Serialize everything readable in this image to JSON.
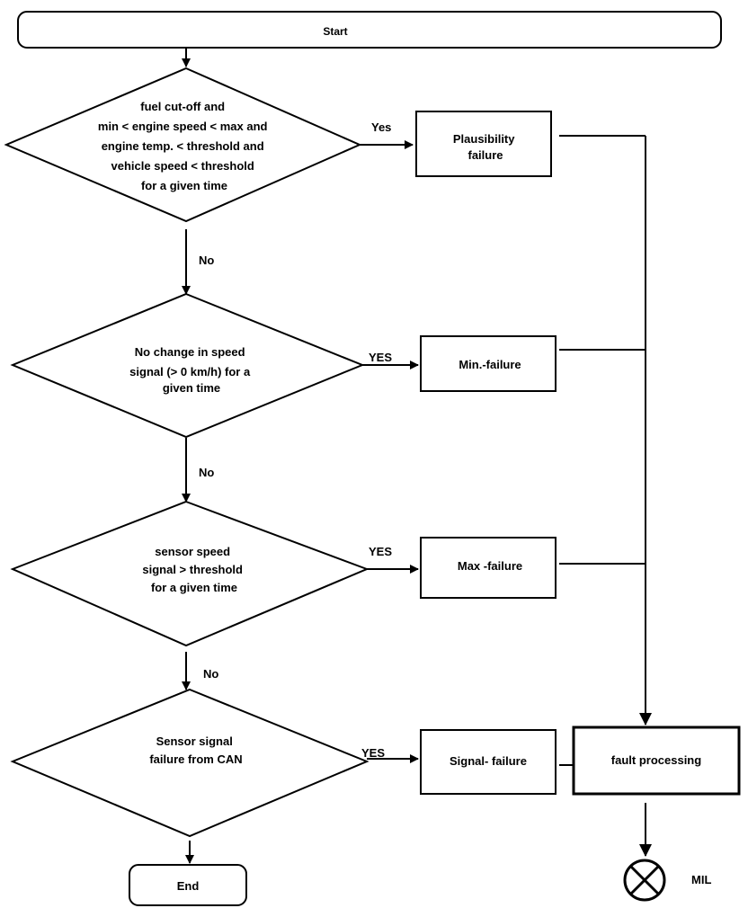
{
  "start": {
    "label": "Start"
  },
  "end": {
    "label": "End"
  },
  "decisions": [
    {
      "lines": [
        "fuel cut-off and",
        "min < engine speed < max and",
        "engine temp. < threshold and",
        "vehicle speed < threshold",
        "for a given time"
      ],
      "yes_label": "Yes",
      "no_label": "No"
    },
    {
      "lines": [
        "No change in speed",
        "signal (> 0 km/h) for a",
        "given time"
      ],
      "yes_label": "YES",
      "no_label": "No"
    },
    {
      "lines": [
        "sensor speed",
        "signal  > threshold",
        "for a given time"
      ],
      "yes_label": "YES",
      "no_label": "No"
    },
    {
      "lines": [
        "Sensor signal",
        "failure from CAN"
      ],
      "yes_label": "YES"
    }
  ],
  "failures": [
    {
      "lines": [
        "Plausibility",
        "failure"
      ]
    },
    {
      "lines": [
        "Min.-failure"
      ]
    },
    {
      "lines": [
        "Max -failure"
      ]
    },
    {
      "lines": [
        "Signal- failure"
      ]
    }
  ],
  "fault_processing": {
    "label": "fault processing"
  },
  "mil": {
    "label": "MIL",
    "icon": "lamp-cross-icon"
  }
}
